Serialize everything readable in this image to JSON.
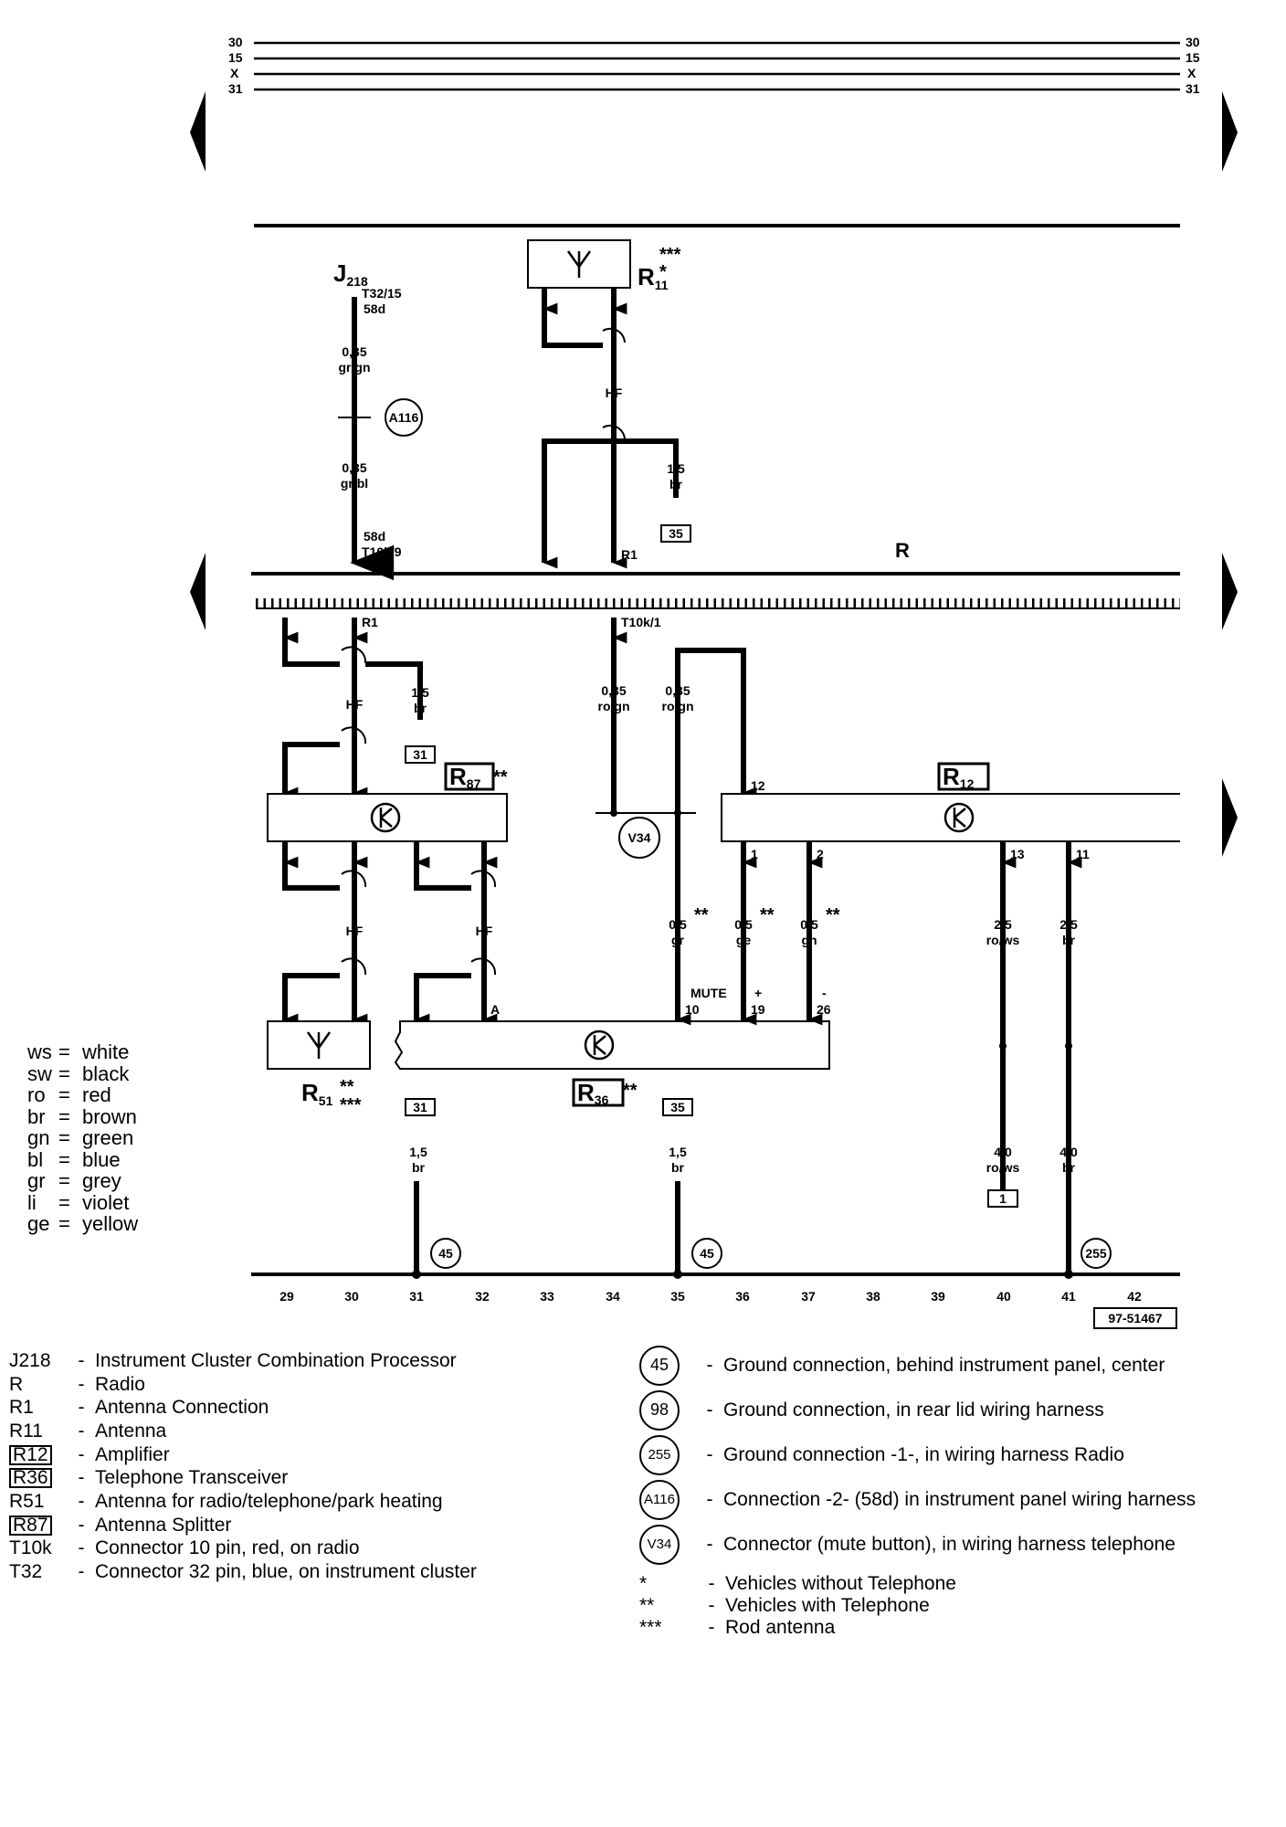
{
  "bus_lines": [
    {
      "label": "30"
    },
    {
      "label": "15"
    },
    {
      "label": "X"
    },
    {
      "label": "31"
    }
  ],
  "components": {
    "J218": {
      "main": "J",
      "sub": "218"
    },
    "R": "R",
    "R11": {
      "main": "R",
      "sub": "11",
      "mark_top": "***",
      "mark_star": "*"
    },
    "R87": {
      "main": "R",
      "sub": "87",
      "mark": "**"
    },
    "R12": {
      "main": "R",
      "sub": "12"
    },
    "R36": {
      "main": "R",
      "sub": "36",
      "mark": "**"
    },
    "R51": {
      "main": "R",
      "sub": "51",
      "mark1": "**",
      "mark2": "***"
    }
  },
  "terminals": {
    "t3215": "T32/15",
    "t3215b": "58d",
    "t10k9a": "58d",
    "t10k9b": "T10k/9",
    "r1_top": "R1",
    "r1_bottom": "R1",
    "t10k1": "T10k/1",
    "pin12": "12",
    "pin1": "1",
    "pin2": "2",
    "pin13": "13",
    "pin11": "11",
    "pinA": "A",
    "pin10": "10",
    "pin19": "19",
    "pin26": "26",
    "mute": "MUTE",
    "plus": "+",
    "minus": "-"
  },
  "hf": "HF",
  "wires": [
    {
      "id": "w1",
      "size": "0,35",
      "color": "gr/gn"
    },
    {
      "id": "w2",
      "size": "0,35",
      "color": "gr/bl"
    },
    {
      "id": "w3",
      "size": "1,5",
      "color": "br"
    },
    {
      "id": "w4",
      "size": "1,5",
      "color": "br"
    },
    {
      "id": "w5",
      "size": "0,35",
      "color": "ro/gn"
    },
    {
      "id": "w6",
      "size": "0,35",
      "color": "ro/gn"
    },
    {
      "id": "w7",
      "size": "0,5",
      "color": "gr",
      "mark": "**"
    },
    {
      "id": "w8",
      "size": "0,5",
      "color": "ge",
      "mark": "**"
    },
    {
      "id": "w9",
      "size": "0,5",
      "color": "gn",
      "mark": "**"
    },
    {
      "id": "w10",
      "size": "2,5",
      "color": "ro/ws"
    },
    {
      "id": "w11",
      "size": "2,5",
      "color": "br"
    },
    {
      "id": "w12",
      "size": "1,5",
      "color": "br"
    },
    {
      "id": "w13",
      "size": "1,5",
      "color": "br"
    },
    {
      "id": "w14",
      "size": "4,0",
      "color": "ro/ws"
    },
    {
      "id": "w15",
      "size": "4,0",
      "color": "br"
    }
  ],
  "boxes": {
    "b35a": "35",
    "b31a": "31",
    "b31b": "31",
    "b35b": "35",
    "b1": "1"
  },
  "connectors": {
    "A116": "A116",
    "V34": "V34",
    "g45a": "45",
    "g45b": "45",
    "g255": "255"
  },
  "tracks": [
    "29",
    "30",
    "31",
    "32",
    "33",
    "34",
    "35",
    "36",
    "37",
    "38",
    "39",
    "40",
    "41",
    "42"
  ],
  "diagram_id": "97-51467",
  "colors": [
    {
      "code": "ws",
      "name": "white"
    },
    {
      "code": "sw",
      "name": "black"
    },
    {
      "code": "ro",
      "name": "red"
    },
    {
      "code": "br",
      "name": "brown"
    },
    {
      "code": "gn",
      "name": "green"
    },
    {
      "code": "bl",
      "name": "blue"
    },
    {
      "code": "gr",
      "name": "grey"
    },
    {
      "code": "li",
      "name": "violet"
    },
    {
      "code": "ge",
      "name": "yellow"
    }
  ],
  "legend": [
    {
      "code": "J218",
      "desc": "Instrument Cluster Combination Processor",
      "boxed": false
    },
    {
      "code": "R",
      "desc": "Radio",
      "boxed": false
    },
    {
      "code": "R1",
      "desc": "Antenna Connection",
      "boxed": false
    },
    {
      "code": "R11",
      "desc": "Antenna",
      "boxed": false
    },
    {
      "code": "R12",
      "desc": "Amplifier",
      "boxed": true
    },
    {
      "code": "R36",
      "desc": "Telephone Transceiver",
      "boxed": true
    },
    {
      "code": "R51",
      "desc": "Antenna for radio/telephone/park heating",
      "boxed": false
    },
    {
      "code": "R87",
      "desc": "Antenna Splitter",
      "boxed": true
    },
    {
      "code": "T10k",
      "desc": "Connector 10 pin, red, on radio",
      "boxed": false
    },
    {
      "code": "T32",
      "desc": "Connector 32 pin, blue, on instrument cluster",
      "boxed": false
    }
  ],
  "grounds": [
    {
      "code": "45",
      "desc": "Ground connection, behind instrument panel, center"
    },
    {
      "code": "98",
      "desc": "Ground connection, in rear lid wiring harness"
    },
    {
      "code": "255",
      "desc": "Ground connection -1-, in wiring harness Radio"
    },
    {
      "code": "A116",
      "desc": "Connection -2- (58d) in instrument panel wiring harness"
    },
    {
      "code": "V34",
      "desc": "Connector (mute button), in wiring harness telephone"
    }
  ],
  "notes": [
    {
      "symbol": "*",
      "desc": "Vehicles without Telephone"
    },
    {
      "symbol": "**",
      "desc": "Vehicles with Telephone"
    },
    {
      "symbol": "***",
      "desc": "Rod antenna"
    }
  ]
}
